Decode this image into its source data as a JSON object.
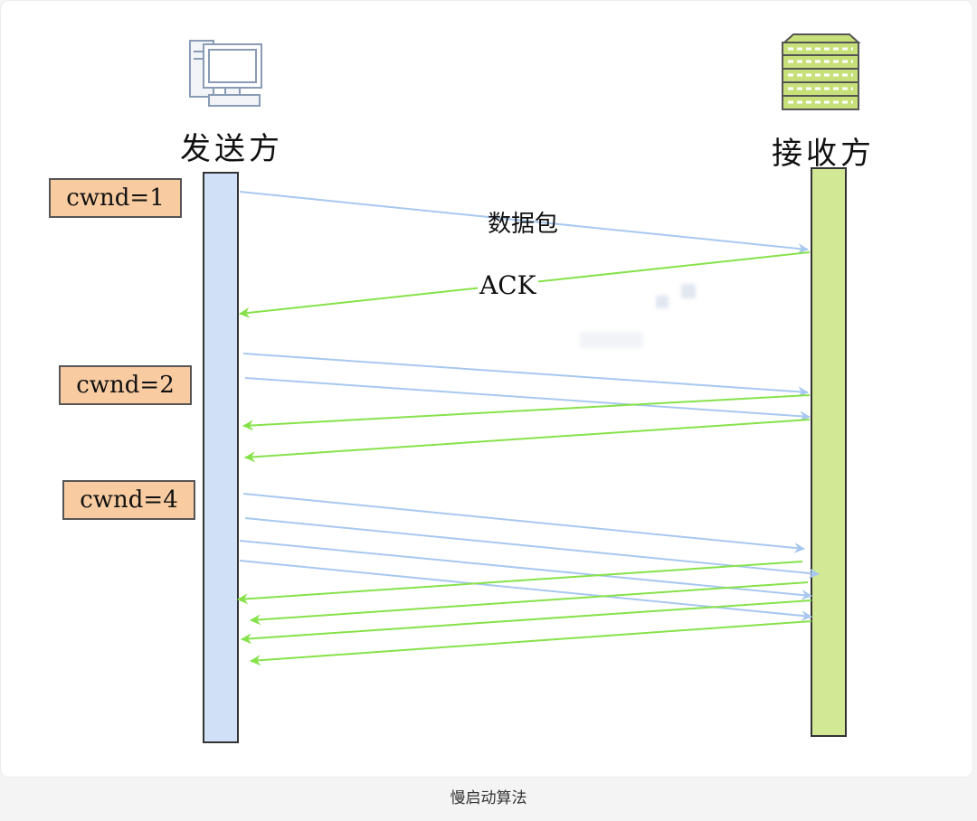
{
  "sender": {
    "label": "发送方",
    "icon": "desktop-computer-icon"
  },
  "receiver": {
    "label": "接收方",
    "icon": "server-icon"
  },
  "cwnd_labels": [
    "cwnd=1",
    "cwnd=2",
    "cwnd=4"
  ],
  "message_labels": {
    "data": "数据包",
    "ack": "ACK"
  },
  "caption": "慢启动算法",
  "colors": {
    "sender_bar": "#cfe0f7",
    "receiver_bar": "#d2e895",
    "data_arrow": "#a8c8f0",
    "ack_arrow": "#86e24a",
    "cwnd_box": "#f8cba1"
  }
}
